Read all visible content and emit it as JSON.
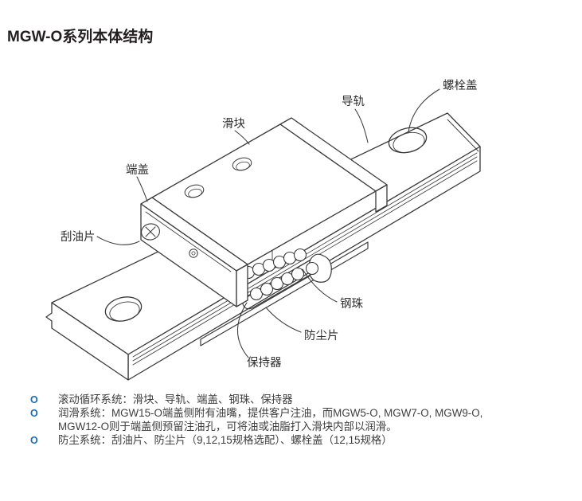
{
  "page": {
    "title": "MGW-O系列本体结构"
  },
  "diagram": {
    "labels": {
      "bolt_cover": "螺栓盖",
      "rail": "导轨",
      "block": "滑块",
      "end_cap": "端盖",
      "oil_scraper": "刮油片",
      "steel_ball": "钢珠",
      "dust_plate": "防尘片",
      "retainer": "保持器"
    }
  },
  "notes": {
    "bullet_glyph": "O",
    "items": [
      {
        "text": "滚动循环系统：滑块、导轨、端盖、钢珠、保持器"
      },
      {
        "text": "润滑系统：MGW15-O端盖侧附有油嘴，提供客户注油，而MGW5-O, MGW7-O, MGW9-O, MGW12-O则于端盖侧预留注油孔，可将油或油脂打入滑块内部以润滑。"
      },
      {
        "text": "防尘系统：刮油片、防尘片（9,12,15规格选配）、螺栓盖（12,15规格）"
      }
    ]
  },
  "colors": {
    "bullet_blue": "#1a6cb5",
    "body_text": "#3e3e3e",
    "title_text": "#231f20",
    "line_art": "#3a3a3a"
  }
}
